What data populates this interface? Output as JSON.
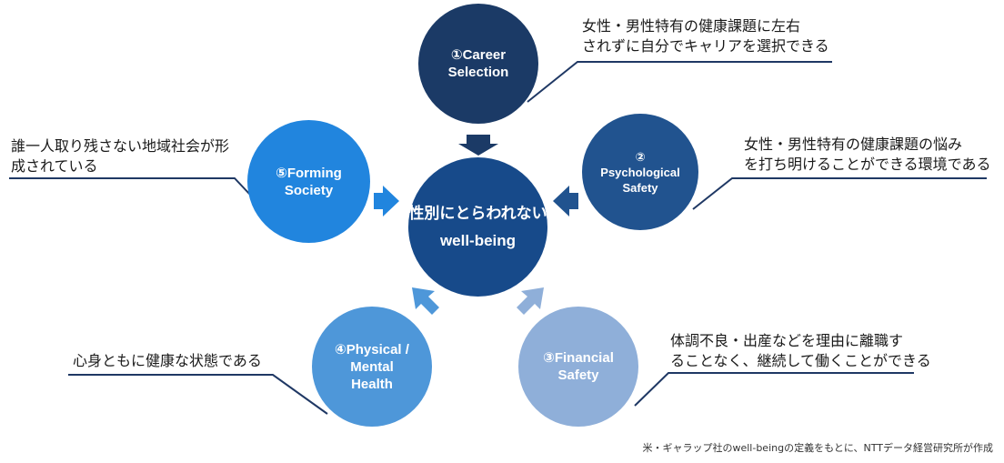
{
  "center": {
    "line1": "性別にとらわれない",
    "line2": "well-being"
  },
  "elements": [
    {
      "id": "career",
      "lines": [
        "①Career",
        "Selection"
      ],
      "color": "#1b3a66",
      "description": [
        "女性・男性特有の健康課題に左右",
        "されずに自分でキャリアを選択できる"
      ]
    },
    {
      "id": "psych",
      "lines": [
        "②",
        "Psychological",
        "Safety"
      ],
      "color": "#21538f",
      "description": [
        "女性・男性特有の健康課題の悩み",
        "を打ち明けることができる環境である"
      ]
    },
    {
      "id": "financial",
      "lines": [
        "③Financial",
        "Safety"
      ],
      "color": "#8fafd9",
      "description": [
        "体調不良・出産などを理由に離職す",
        "ることなく、継続して働くことができる"
      ]
    },
    {
      "id": "physical",
      "lines": [
        "④Physical /",
        "Mental",
        "Health"
      ],
      "color": "#4e97d9",
      "description": [
        "心身ともに健康な状態である"
      ]
    },
    {
      "id": "forming",
      "lines": [
        "⑤Forming",
        "Society"
      ],
      "color": "#2185de",
      "description": [
        "誰一人取り残さない地域社会が形",
        "成されている"
      ]
    }
  ],
  "footnote": "米・ギャラップ社のwell-beingの定義をもとに、NTTデータ経営研究所が作成",
  "colors": {
    "line": "#1f3864",
    "arrow": "#1b3a66",
    "arrow_light": "#4e97d9",
    "arrow_pale": "#8fafd9"
  }
}
